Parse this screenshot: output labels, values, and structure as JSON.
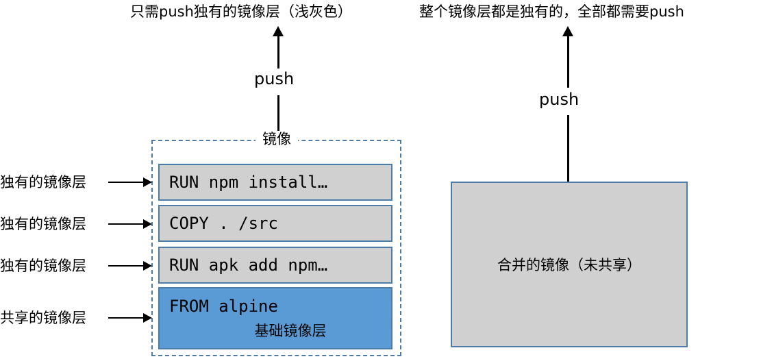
{
  "diagram": {
    "left": {
      "caption": "只需push独有的镜像层（浅灰色）",
      "push_label": "push",
      "container_title": "镜像",
      "layers": [
        {
          "code": "RUN npm install…",
          "kind": "unique"
        },
        {
          "code": "COPY . /src",
          "kind": "unique"
        },
        {
          "code": "RUN apk add npm…",
          "kind": "unique"
        },
        {
          "code": "FROM alpine",
          "kind": "base",
          "sublabel": "基础镜像层"
        }
      ],
      "side_labels": [
        "独有的镜像层",
        "独有的镜像层",
        "独有的镜像层",
        "共享的镜像层"
      ]
    },
    "right": {
      "caption": "整个镜像层都是独有的，全部都需要push",
      "push_label": "push",
      "merged_label": "合并的镜像（未共享）"
    }
  },
  "colors": {
    "unique_layer_fill": "#D0D0D0",
    "base_layer_fill": "#5B9BD5",
    "border_blue": "#4E7CA8",
    "arrow_black": "#000000",
    "background": "#FFFFFF"
  },
  "icons": {
    "arrow_up": "arrow-up-icon",
    "arrow_right": "arrow-right-icon"
  }
}
